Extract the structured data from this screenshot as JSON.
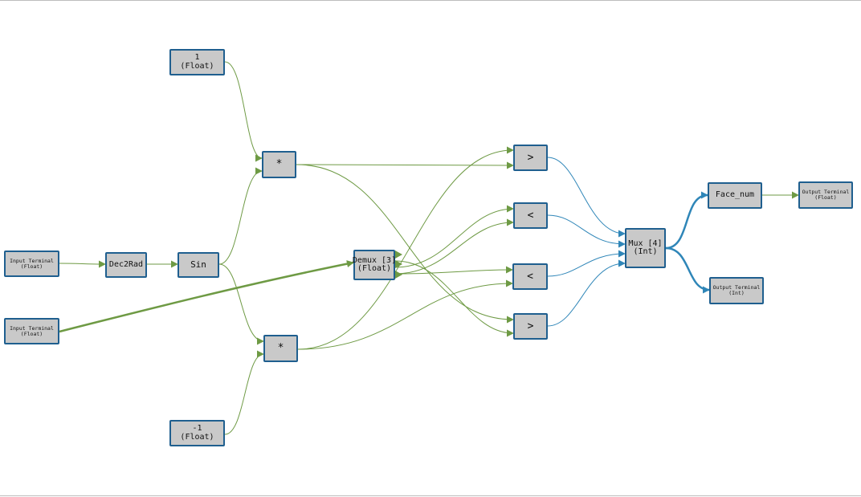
{
  "colors": {
    "wire_float": "#6e9a44",
    "wire_int": "#2f86b8",
    "node_fill": "#c9c9c9",
    "node_border": "#1f5f8f"
  },
  "nodes": {
    "const_one": {
      "line1": "1",
      "line2": "(Float)"
    },
    "const_neg": {
      "line1": "-1",
      "line2": "(Float)"
    },
    "input_1": {
      "line1": "Input Terminal",
      "line2": "(Float)"
    },
    "input_2": {
      "line1": "Input Terminal",
      "line2": "(Float)"
    },
    "dec2rad": {
      "line1": "Dec2Rad"
    },
    "sin": {
      "line1": "Sin"
    },
    "mul_top": {
      "line1": "*"
    },
    "mul_bottom": {
      "line1": "*"
    },
    "demux": {
      "line1": "Demux [3]",
      "line2": "(Float)"
    },
    "cmp_gt_1": {
      "line1": ">"
    },
    "cmp_lt_1": {
      "line1": "<"
    },
    "cmp_lt_2": {
      "line1": "<"
    },
    "cmp_gt_2": {
      "line1": ">"
    },
    "mux": {
      "line1": "Mux [4]",
      "line2": "(Int)"
    },
    "face_num": {
      "line1": "Face_num"
    },
    "output_float": {
      "line1": "Output Terminal",
      "line2": "(Float)"
    },
    "output_int": {
      "line1": "Output Terminal",
      "line2": "(Int)"
    }
  }
}
